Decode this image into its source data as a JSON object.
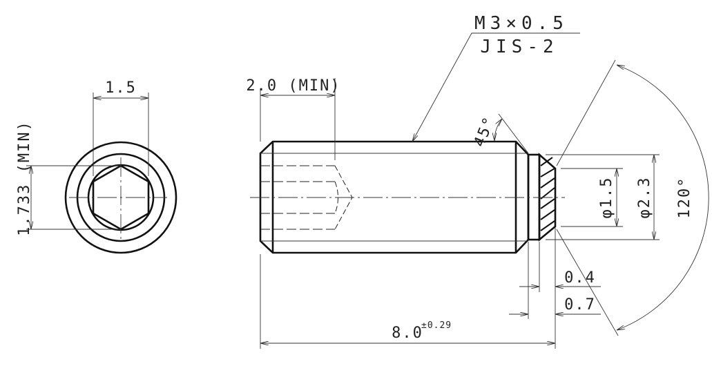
{
  "drawing": {
    "thread_spec": "M3×0.5",
    "standard": "JIS-2",
    "dimensions": {
      "hex_width": "1.5",
      "hex_across_corners": "1.733 (MIN)",
      "socket_depth": "2.0 (MIN)",
      "chamfer_angle": "45°",
      "tip_diameter": "φ1.5",
      "neck_diameter": "φ2.3",
      "point_angle": "120°",
      "tip_length": "0.4",
      "neck_length": "0.7",
      "overall_length": "8.0",
      "overall_tolerance": "±0.29"
    }
  }
}
